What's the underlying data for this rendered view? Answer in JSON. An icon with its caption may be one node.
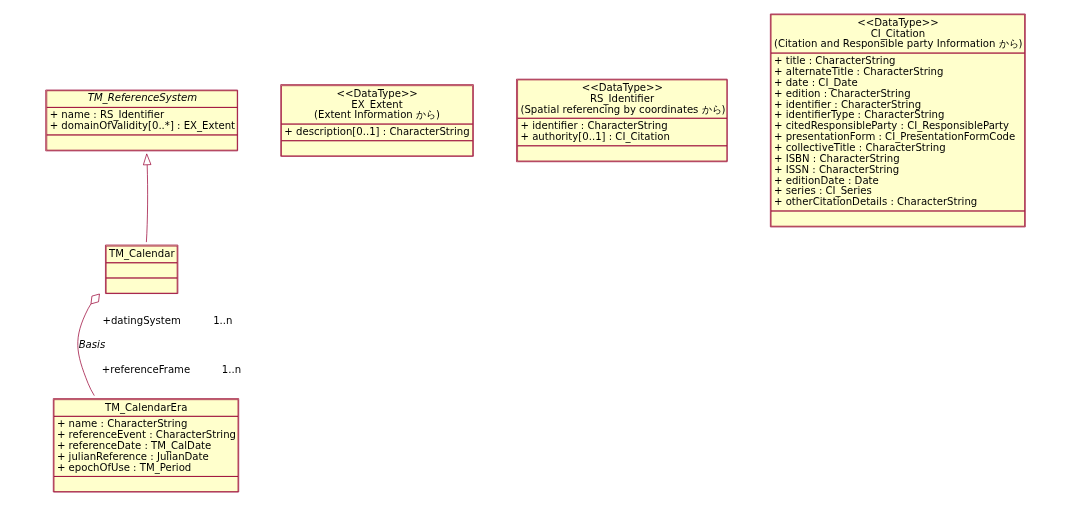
{
  "diagram": {
    "nodes": [
      {
        "text": [
          "TM_ReferenceSystem",
          "+ name : RS_Identifier",
          "+ domainOfValidity[0..*] : EX_Extent"
        ]
      },
      {
        "text": [
          "<<DataType>>",
          "EX_Extent",
          "(Extent Information から)",
          "+ description[0..1] : CharacterString"
        ]
      },
      {
        "text": [
          "<<DataType>>",
          "RS_Identifier",
          "(Spatial referencing by coordinates から)",
          "+ identifier : CharacterString",
          "+ authority[0..1] : CI_Citation"
        ]
      },
      {
        "text": [
          "TM_Calendar"
        ]
      },
      {
        "text": [
          "<<DataType>>",
          "CI_Citation",
          "(Citation and Responsible party Information から)",
          "+ title : CharacterString",
          "+ alternateTitle : CharacterString",
          "+ date : CI_Date",
          "+ edition : CharacterString",
          "+ identifier : CharacterString",
          "+ identifierType : CharacterString",
          "+ citedResponsibleParty : CI_ResponsibleParty",
          "+ presentationForm : CI_PresentationFormCode",
          "+ collectiveTitle : CharacterString",
          "+ ISBN : CharacterString",
          "+ ISSN : CharacterString",
          "+ editionDate : Date",
          "+ series : CI_Series",
          "+ otherCitationDetails : CharacterString"
        ]
      },
      {
        "text": [
          "TM_CalendarEra",
          "+ name : CharacterString",
          "+ referenceEvent : CharacterString",
          "+ referenceDate : TM_CalDate",
          "+ julianReference : JulianDate",
          "+ epochOfUse : TM_Period"
        ]
      }
    ],
    "edges": [
      {
        "from": 3,
        "to": 0,
        "arrow": "to"
      },
      {
        "from": 3,
        "to": 5,
        "arrow": "other",
        "label": "Basis"
      }
    ],
    "labels": [
      "+datingSystem",
      "1..n",
      "+referenceFrame",
      "1..n"
    ]
  }
}
